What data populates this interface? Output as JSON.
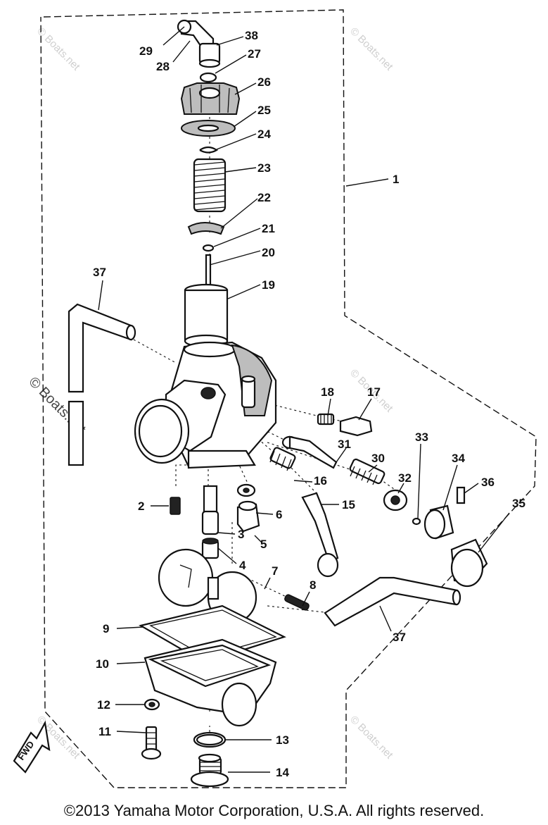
{
  "part_labels": {
    "p1": "1",
    "p2": "2",
    "p3": "3",
    "p4": "4",
    "p5": "5",
    "p6": "6",
    "p7": "7",
    "p8": "8",
    "p9": "9",
    "p10": "10",
    "p11": "11",
    "p12": "12",
    "p13": "13",
    "p14": "14",
    "p15": "15",
    "p16": "16",
    "p17": "17",
    "p18": "18",
    "p19": "19",
    "p20": "20",
    "p21": "21",
    "p22": "22",
    "p23": "23",
    "p24": "24",
    "p25": "25",
    "p26": "26",
    "p27": "27",
    "p28": "28",
    "p29": "29",
    "p30": "30",
    "p31": "31",
    "p32": "32",
    "p33": "33",
    "p34": "34",
    "p35": "35",
    "p36": "36",
    "p37a": "37",
    "p37b": "37",
    "p38": "38"
  },
  "watermark": "© Boats.net",
  "fwd_tag": "FWD",
  "copyright": "©2013 Yamaha Motor Corporation, U.S.A. All rights reserved."
}
